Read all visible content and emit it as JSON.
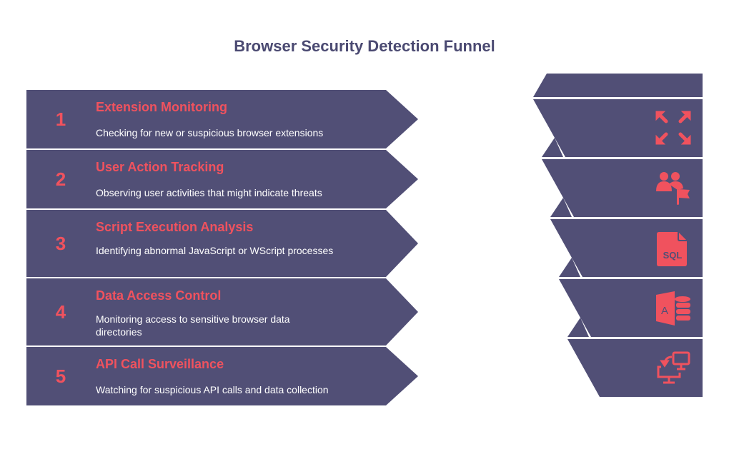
{
  "title": "Browser Security Detection Funnel",
  "colors": {
    "band": "#514f76",
    "accent": "#f0525e"
  },
  "steps": [
    {
      "number": "1",
      "title": "Extension Monitoring",
      "description": "Checking for new or suspicious browser extensions",
      "icon": "expand-arrows-icon"
    },
    {
      "number": "2",
      "title": "User Action Tracking",
      "description": "Observing user activities that might indicate threats",
      "icon": "users-flag-icon"
    },
    {
      "number": "3",
      "title": "Script Execution Analysis",
      "description": "Identifying abnormal JavaScript or WScript processes",
      "icon": "sql-file-icon"
    },
    {
      "number": "4",
      "title": "Data Access Control",
      "description": "Monitoring access to sensitive browser data directories",
      "icon": "database-access-icon"
    },
    {
      "number": "5",
      "title": "API Call Surveillance",
      "description": "Watching for suspicious API calls and data collection",
      "icon": "monitor-transfer-icon"
    }
  ],
  "icon_text": {
    "sql": "SQL",
    "access": "A"
  }
}
